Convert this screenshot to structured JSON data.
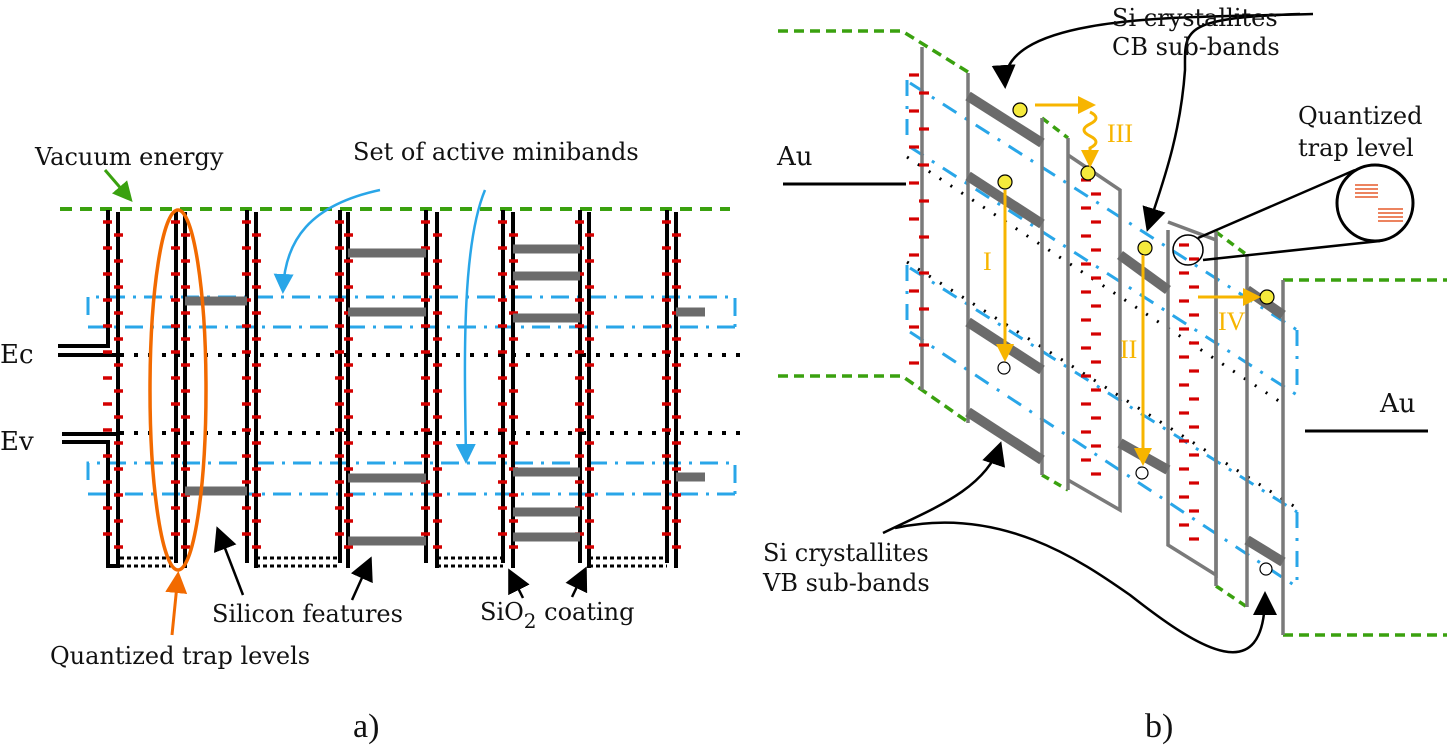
{
  "colors": {
    "vacuum": "#3aa10f",
    "minibands": "#29a6e8",
    "trap": "#d40000",
    "subband": "#6b6b6b",
    "ellipse": "#f26a00",
    "transition": "#f7b500",
    "electron": "#f5ea3c",
    "wall": "#000000",
    "wall_b": "#7a7a7a"
  },
  "panel_a": {
    "label": "a)",
    "vacuum_energy": "Vacuum energy",
    "active_minibands": "Set of active minibands",
    "ec": "Ec",
    "ev": "Ev",
    "silicon_features": "Silicon features",
    "sio2_prefix": "SiO",
    "sio2_sub": "2",
    "sio2_suffix": " coating",
    "quantized_trap_levels": "Quantized trap levels"
  },
  "panel_b": {
    "label": "b)",
    "cb_line1": "Si crystallites",
    "cb_line2": "CB sub-bands",
    "vb_line1": "Si crystallites",
    "vb_line2": "VB sub-bands",
    "trap_line1": "Quantized",
    "trap_line2": "trap level",
    "au_left": "Au",
    "au_right": "Au",
    "transitions": [
      "I",
      "II",
      "III",
      "IV"
    ]
  }
}
